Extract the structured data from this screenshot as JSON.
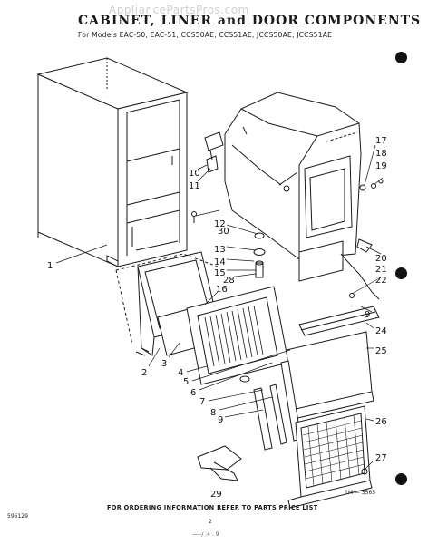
{
  "header": {
    "title": "CABINET, LINER and DOOR COMPONENTS",
    "subtitle": "For Models EAC-50, EAC-51, CCS50AE, CCS51AE, JCCS50AE, JCCS51AE",
    "watermark": "AppliancePartsPros.com"
  },
  "footer": {
    "ordering_note": "FOR ORDERING INFORMATION REFER TO PARTS PRICE LIST",
    "doc_id": "595129",
    "page_number": "2",
    "figure_ref": "1M — 3565",
    "scan_mark": "—--/ .4 . 9"
  },
  "callouts": [
    "1",
    "2",
    "3",
    "4",
    "5",
    "6",
    "7",
    "8",
    "9",
    "9",
    "10",
    "11",
    "12",
    "13",
    "14",
    "15",
    "16",
    "17",
    "18",
    "19",
    "20",
    "21",
    "22",
    "24",
    "25",
    "26",
    "27",
    "28",
    "29",
    "30"
  ]
}
